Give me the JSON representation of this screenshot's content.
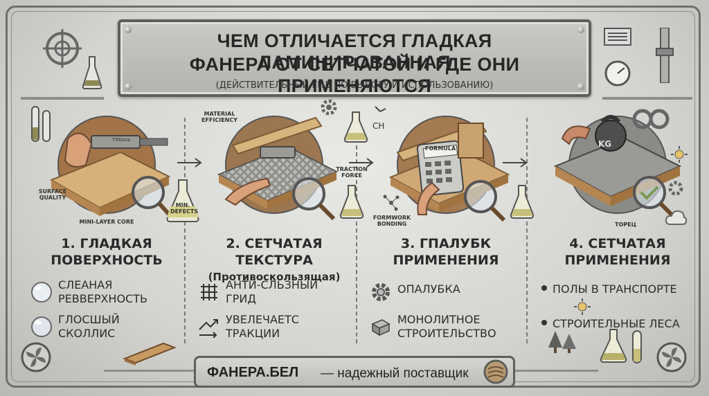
{
  "title": {
    "line1": "ЧЕМ ОТЛИЧАЕТСЯ ГЛАДКАЯ ЛАМИНИРОВАННАЯ",
    "line2": "ФАНЕРА ОТ СЕТЧАТОЙ И ГДЕ ОНИ ПРИМЕНЯЮТСЯ",
    "subtitle": "(ДЕЙСТВИТЕЛЬНЫЙ ГИД ПО ВЫБОРУ И ИСПОЛЬЗОВАНИЮ)"
  },
  "labels": {
    "surface_quality": "SURFACE\nQUALITY",
    "mini_layer_core": "MINI-LAYER CORE",
    "min_defects": "MIN.\nDEFECTS",
    "caliper_text": "T5Kona",
    "material_efficiency": "MATERIAL\nEFFICIENCY",
    "traction_force": "TRACTION\nFORCE",
    "ch": "CH",
    "formwork_bonding": "FORMWORK\nBONDING",
    "formula": "FORMULA",
    "kg": "KG",
    "torets": "ТОРЕЦ"
  },
  "columns": [
    {
      "heading": "1. ГЛАДКАЯ\nПОВЕРХНОСТЬ",
      "sub": "",
      "items": [
        {
          "icon": "glossy-sphere-icon",
          "text": "СЛЕАНАЯ\nРЕВВЕРХНОСТЬ"
        },
        {
          "icon": "glossy-sphere-icon",
          "text": "ГЛОСШЫЙ\nСКОЛЛИС"
        }
      ]
    },
    {
      "heading": "2. СЕТЧАТАЯ ТЕКСТУРА",
      "sub": "(Противоскользящая)",
      "items": [
        {
          "icon": "grid-icon",
          "text": "АНТИ-СЛЬЗНЫЙ\nГРИД"
        },
        {
          "icon": "trend-arrows-icon",
          "text": "УВЕЛЕЧАЕТС\nТРАКЦИИ"
        }
      ]
    },
    {
      "heading": "3. ГПАЛУБК\nПРИМЕНЕНИЯ",
      "sub": "",
      "items": [
        {
          "icon": "gear-icon",
          "text": "ОПАЛУБКА"
        },
        {
          "icon": "concrete-block-icon",
          "text": "МОНОЛИТНОЕ\nСТРОИТЕЛЬСТВО"
        }
      ]
    },
    {
      "heading": "4. СЕТЧАТАЯ\nПРИМЕНЕНИЯ",
      "sub": "",
      "items": [
        {
          "icon": "bullet",
          "text": "ПОЛЫ В ТРАНСПОРТЕ"
        },
        {
          "icon": "bullet",
          "text": "СТРОИТЕЛЬНЫЕ ЛЕСА"
        }
      ]
    }
  ],
  "footer": {
    "brand": "ФАНЕРА.БЕЛ",
    "tagline": "— надежный поставщик"
  },
  "colors": {
    "background": "#d8d8d4",
    "metal_dark": "#5e5e5a",
    "wood": "#c79a62",
    "text": "#262626"
  }
}
